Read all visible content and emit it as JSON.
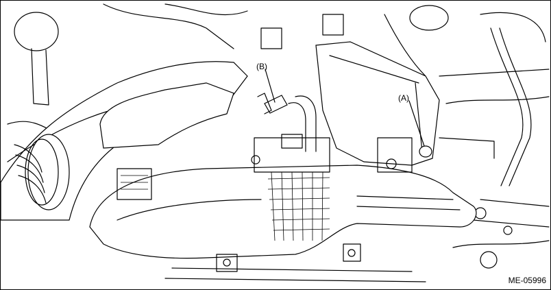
{
  "labels": {
    "a": "(A)",
    "b": "(B)"
  },
  "figure_code": "ME-05996"
}
